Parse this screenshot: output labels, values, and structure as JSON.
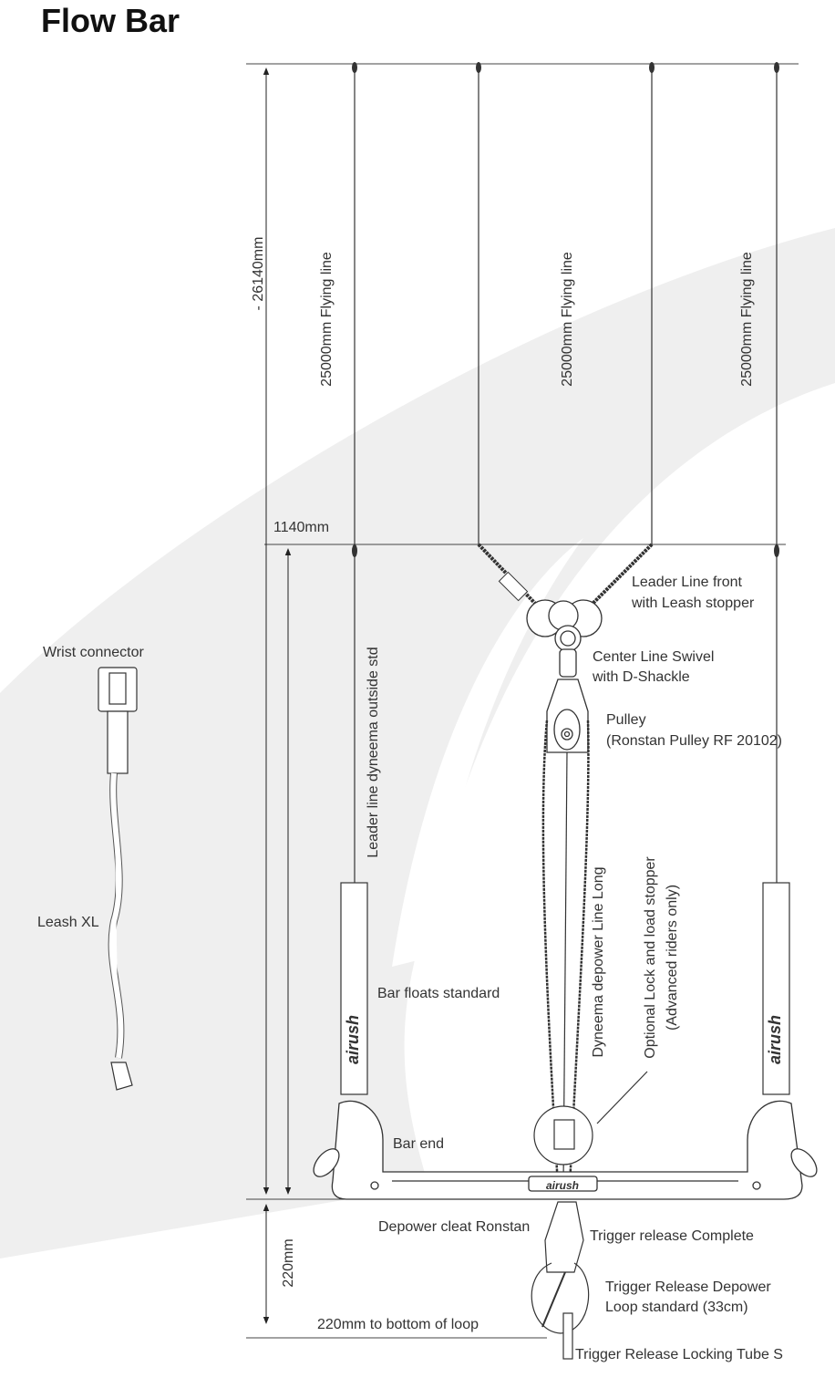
{
  "title": "Flow Bar",
  "dimensions": {
    "total": "- 26140mm",
    "leader": "1140mm",
    "bottom": "220mm",
    "bottom_note": "220mm to bottom of loop"
  },
  "lines": {
    "left": "25000mm Flying line",
    "center": "25000mm Flying line",
    "right": "25000mm Flying line",
    "leader_outside": "Leader line dyneema outside std",
    "depower": "Dyneema depower Line Long"
  },
  "labels": {
    "leader_front_1": "Leader Line front",
    "leader_front_2": "with Leash stopper",
    "swivel_1": "Center Line Swivel",
    "swivel_2": "with D-Shackle",
    "pulley_1": "Pulley",
    "pulley_2": "(Ronstan Pulley RF 20102)",
    "lock_1": "Optional Lock and load stopper",
    "lock_2": "(Advanced riders only)",
    "floats": "Bar floats standard",
    "bar_end": "Bar end",
    "cleat": "Depower cleat Ronstan",
    "trigger": "Trigger release Complete",
    "loop_1": "Trigger Release Depower",
    "loop_2": "Loop standard (33cm)",
    "tube": "Trigger Release Locking Tube S",
    "wrist": "Wrist connector",
    "leash": "Leash XL"
  },
  "brand": "airush"
}
